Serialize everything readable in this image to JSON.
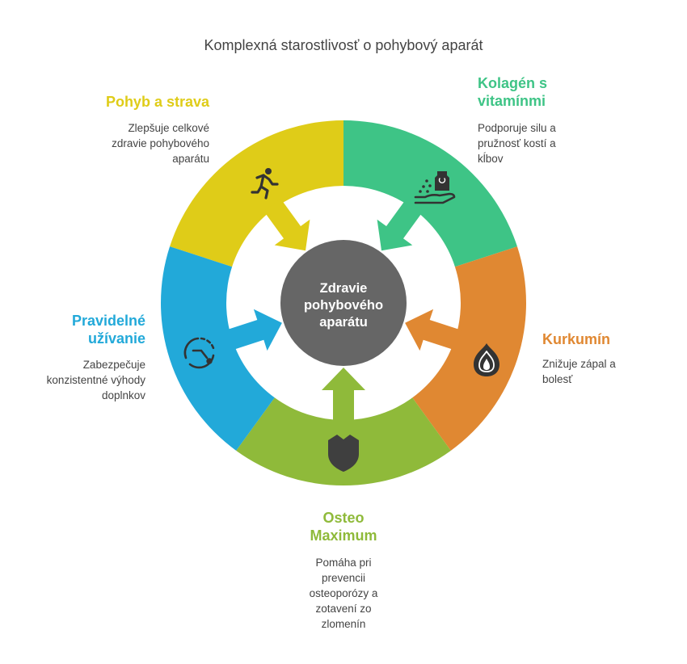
{
  "title": "Komplexná starostlivosť o pohybový aparát",
  "center": {
    "lines": [
      "Zdravie",
      "pohybového",
      "aparátu"
    ]
  },
  "colors": {
    "yellow": "#DFCC18",
    "green": "#3EC486",
    "orange": "#E08832",
    "olive": "#8FBA3A",
    "blue": "#22A9D9",
    "hub": "#666666",
    "icon": "#444444"
  },
  "segments": [
    {
      "id": "pohyb",
      "label": [
        "Pohyb a strava"
      ],
      "description": [
        "Zlepšuje celkové",
        "zdravie pohybového",
        "aparátu"
      ],
      "icon": "running-person-icon",
      "color": "#DFCC18"
    },
    {
      "id": "kolagen",
      "label": [
        "Kolagén s",
        "vitamínmi"
      ],
      "description": [
        "Podporuje silu a",
        "pružnosť kostí a",
        "kĺbov"
      ],
      "icon": "supplement-bottle-hand-icon",
      "color": "#3EC486"
    },
    {
      "id": "kurkumin",
      "label": [
        "Kurkumín"
      ],
      "description": [
        "Znižuje zápal a",
        "bolesť"
      ],
      "icon": "turmeric-root-icon",
      "color": "#E08832"
    },
    {
      "id": "osteo",
      "label": [
        "Osteo",
        "Maximum"
      ],
      "description": [
        "Pomáha pri",
        "prevencii",
        "osteoporózy a",
        "zotavení zo",
        "zlomenín"
      ],
      "icon": "shield-icon",
      "color": "#8FBA3A"
    },
    {
      "id": "pravidelne",
      "label": [
        "Pravidelné",
        "užívanie"
      ],
      "description": [
        "Zabezpečuje",
        "konzistentné výhody",
        "doplnkov"
      ],
      "icon": "cycle-icon",
      "color": "#22A9D9"
    }
  ]
}
